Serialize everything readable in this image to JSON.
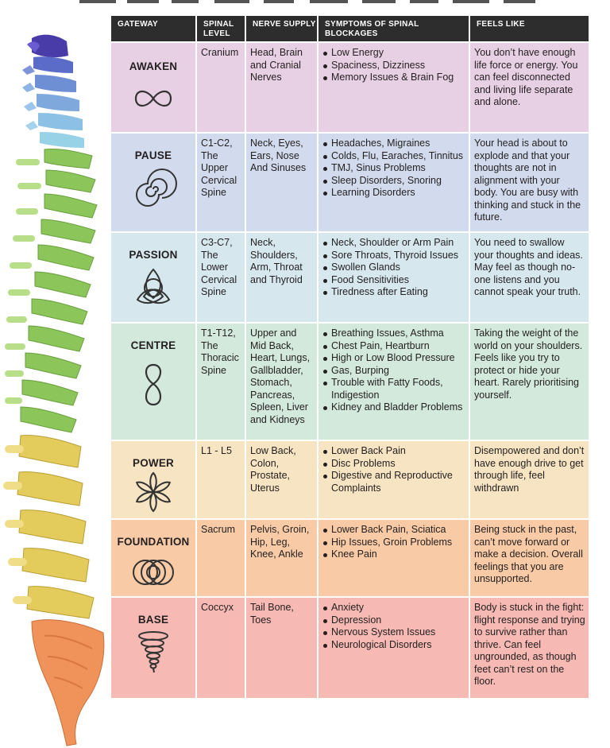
{
  "headers": {
    "gateway": "GATEWAY",
    "spinal_level": "SPINAL LEVEL",
    "nerve_supply": "NERVE SUPPLY",
    "symptoms": "SYMPTOMS OF SPINAL BLOCKAGES",
    "feels_like": "FEELS LIKE"
  },
  "rows": [
    {
      "gateway": "AWAKEN",
      "icon": "infinity-icon",
      "color": "#e8d0e4",
      "level": "Cranium",
      "nerve": "Head, Brain and Cranial Nerves",
      "symptoms": [
        "Low Energy",
        "Spaciness, Dizziness",
        "Memory Issues & Brain Fog"
      ],
      "feels": "You don’t have enough life force or energy. You can feel disconnected and living life separate and alone."
    },
    {
      "gateway": "PAUSE",
      "icon": "spiral-icon",
      "color": "#d2dbed",
      "level": "C1-C2, The Upper Cervical Spine",
      "nerve": "Neck, Eyes, Ears, Nose And Sinuses",
      "symptoms": [
        "Headaches, Migraines",
        "Colds, Flu, Earaches, Tinnitus",
        "TMJ, Sinus Problems",
        "Sleep Disorders, Snoring",
        "Learning Disorders"
      ],
      "feels": "Your head is about to explode and that your thoughts are not in alignment with your body. You are busy with thinking and stuck in the future."
    },
    {
      "gateway": "PASSION",
      "icon": "triquetra-icon",
      "color": "#d6e8ee",
      "level": "C3-C7, The Lower Cervical Spine",
      "nerve": "Neck, Shoulders, Arm, Throat and Thyroid",
      "symptoms": [
        "Neck, Shoulder or Arm Pain",
        "Sore Throats, Thyroid Issues",
        "Swollen Glands",
        "Food Sensitivities",
        "Tiredness after Eating"
      ],
      "feels": "You need to swallow your thoughts and ideas. May feel as though no-one listens and you cannot speak your truth."
    },
    {
      "gateway": "CENTRE",
      "icon": "figure-eight-icon",
      "color": "#d3e9dc",
      "level": "T1-T12, The Thoracic Spine",
      "nerve": "Upper and Mid Back, Heart, Lungs, Gallbladder, Stomach, Pancreas, Spleen, Liver and Kidneys",
      "symptoms": [
        "Breathing Issues, Asthma",
        "Chest Pain, Heartburn",
        "High or Low Blood Pressure",
        "Gas, Burping",
        "Trouble with Fatty Foods, Indigestion",
        "Kidney and Bladder Problems"
      ],
      "feels": "Taking the weight of the world on your shoulders. Feels like you try to protect or hide your heart. Rarely prioritising yourself."
    },
    {
      "gateway": "POWER",
      "icon": "flower-icon",
      "color": "#f6e4c3",
      "level": "L1 - L5",
      "nerve": "Low Back, Colon, Prostate, Uterus",
      "symptoms": [
        "Lower Back Pain",
        "Disc Problems",
        "Digestive and Reproductive Complaints"
      ],
      "feels": "Disempowered and don’t have enough drive to get through life, feel withdrawn"
    },
    {
      "gateway": "FOUNDATION",
      "icon": "overlapping-circles-icon",
      "color": "#f8cba6",
      "level": "Sacrum",
      "nerve": "Pelvis, Groin, Hip, Leg, Knee, Ankle",
      "symptoms": [
        "Lower Back Pain, Sciatica",
        "Hip Issues, Groin Problems",
        "Knee Pain"
      ],
      "feels": "Being stuck in the past, can’t move forward or make a decision. Overall feelings that you are unsupported."
    },
    {
      "gateway": "BASE",
      "icon": "vortex-icon",
      "color": "#f6b9b3",
      "level": "Coccyx",
      "nerve": "Tail Bone, Toes",
      "symptoms": [
        "Anxiety",
        "Depression",
        "Nervous System Issues",
        "Neurological Disorders"
      ],
      "feels": "Body is stuck in the fight: flight response and trying to survive rather than thrive. Can feel ungrounded, as though feet can’t rest on the floor."
    }
  ]
}
